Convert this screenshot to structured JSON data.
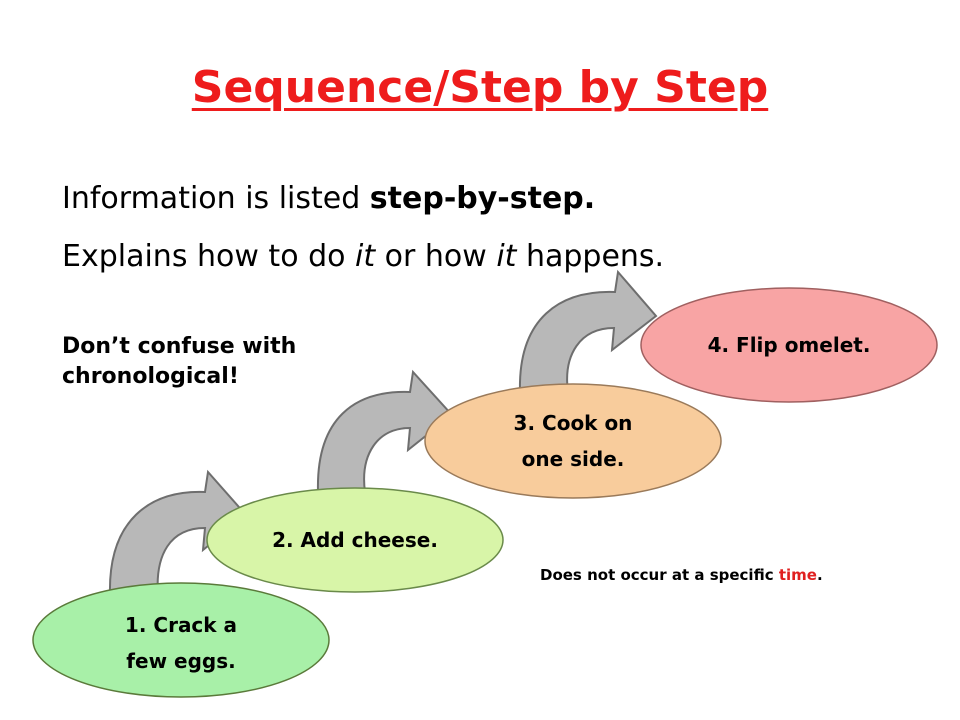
{
  "slide": {
    "title": "Sequence/Step by Step",
    "line1": {
      "prefix": "Information is listed ",
      "bold": "step-by-step."
    },
    "line2": {
      "p1": "Explains how to do ",
      "i1": "it",
      "p2": " or how ",
      "i2": "it",
      "p3": " happens."
    },
    "note": {
      "line1": "Don’t confuse with",
      "line2": "chronological!"
    },
    "caption": {
      "prefix": "Does not occur at a specific ",
      "highlight": "time",
      "suffix": "."
    }
  },
  "steps": [
    {
      "label_lines": [
        "1. Crack a",
        "few eggs."
      ],
      "fill": "#a8f0a8"
    },
    {
      "label_lines": [
        "2. Add cheese."
      ],
      "fill": "#d8f5a8"
    },
    {
      "label_lines": [
        "3. Cook on",
        "one side."
      ],
      "fill": "#f8cc9c"
    },
    {
      "label_lines": [
        "4. Flip omelet."
      ],
      "fill": "#f8a4a4"
    }
  ],
  "colors": {
    "title": "#ee1c1c",
    "arrow": "#b8b8b8",
    "highlight": "#e02020"
  },
  "icons": {
    "connector": "curved-arrow-icon"
  }
}
